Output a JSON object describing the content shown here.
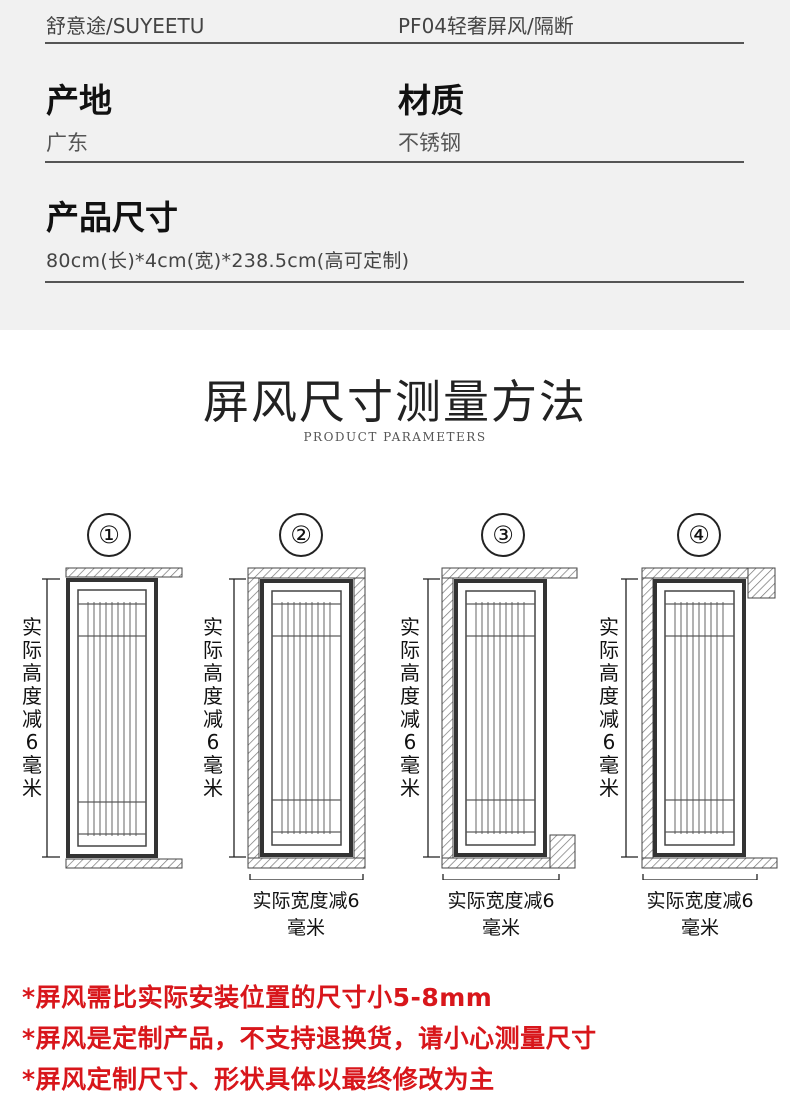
{
  "info": {
    "brand": "舒意途/SUYEETU",
    "product": "PF04轻奢屏风/隔断",
    "origin_label": "产地",
    "origin_value": "广东",
    "material_label": "材质",
    "material_value": "不锈钢",
    "size_label": "产品尺寸",
    "size_value": "80cm(长)*4cm(宽)*238.5cm(高可定制)"
  },
  "section": {
    "title": "屏风尺寸测量方法",
    "subtitle": "PRODUCT PARAMETERS"
  },
  "methods": [
    {
      "number": "①",
      "height_label": "实际高度减6毫米",
      "width_label": ""
    },
    {
      "number": "②",
      "height_label": "实际高度减6毫米",
      "width_label": "实际宽度减6毫米"
    },
    {
      "number": "③",
      "height_label": "实际高度减6毫米",
      "width_label": "实际宽度减6毫米"
    },
    {
      "number": "④",
      "height_label": "实际高度减6毫米",
      "width_label": "实际宽度减6毫米"
    }
  ],
  "notes": [
    "*屏风需比实际安装位置的尺寸小5-8mm",
    "*屏风是定制产品，不支持退换货，请小心测量尺寸",
    "*屏风定制尺寸、形状具体以最终修改为主"
  ],
  "colors": {
    "note_red": "#d8161b",
    "top_bg": "#f1f1f1"
  }
}
